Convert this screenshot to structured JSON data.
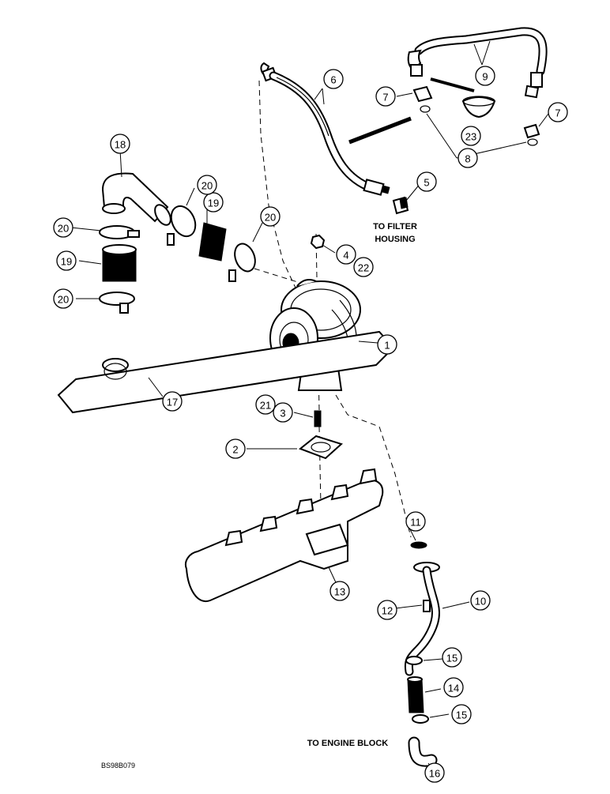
{
  "diagram": {
    "callouts": [
      {
        "id": "c1",
        "label": "1"
      },
      {
        "id": "c2",
        "label": "2"
      },
      {
        "id": "c3",
        "label": "3"
      },
      {
        "id": "c4",
        "label": "4"
      },
      {
        "id": "c5",
        "label": "5"
      },
      {
        "id": "c6",
        "label": "6"
      },
      {
        "id": "c7a",
        "label": "7"
      },
      {
        "id": "c7b",
        "label": "7"
      },
      {
        "id": "c8",
        "label": "8"
      },
      {
        "id": "c9",
        "label": "9"
      },
      {
        "id": "c10",
        "label": "10"
      },
      {
        "id": "c11",
        "label": "11"
      },
      {
        "id": "c12",
        "label": "12"
      },
      {
        "id": "c13",
        "label": "13"
      },
      {
        "id": "c14",
        "label": "14"
      },
      {
        "id": "c15a",
        "label": "15"
      },
      {
        "id": "c15b",
        "label": "15"
      },
      {
        "id": "c16",
        "label": "16"
      },
      {
        "id": "c17",
        "label": "17"
      },
      {
        "id": "c18",
        "label": "18"
      },
      {
        "id": "c19a",
        "label": "19"
      },
      {
        "id": "c19b",
        "label": "19"
      },
      {
        "id": "c20a",
        "label": "20"
      },
      {
        "id": "c20b",
        "label": "20"
      },
      {
        "id": "c20c",
        "label": "20"
      },
      {
        "id": "c20d",
        "label": "20"
      },
      {
        "id": "c21",
        "label": "21"
      },
      {
        "id": "c22",
        "label": "22"
      },
      {
        "id": "c23",
        "label": "23"
      }
    ],
    "notes": {
      "filter_line1": "TO FILTER",
      "filter_line2": "HOUSING",
      "engine_block": "TO ENGINE BLOCK"
    },
    "figure_code": "BS98B079"
  }
}
